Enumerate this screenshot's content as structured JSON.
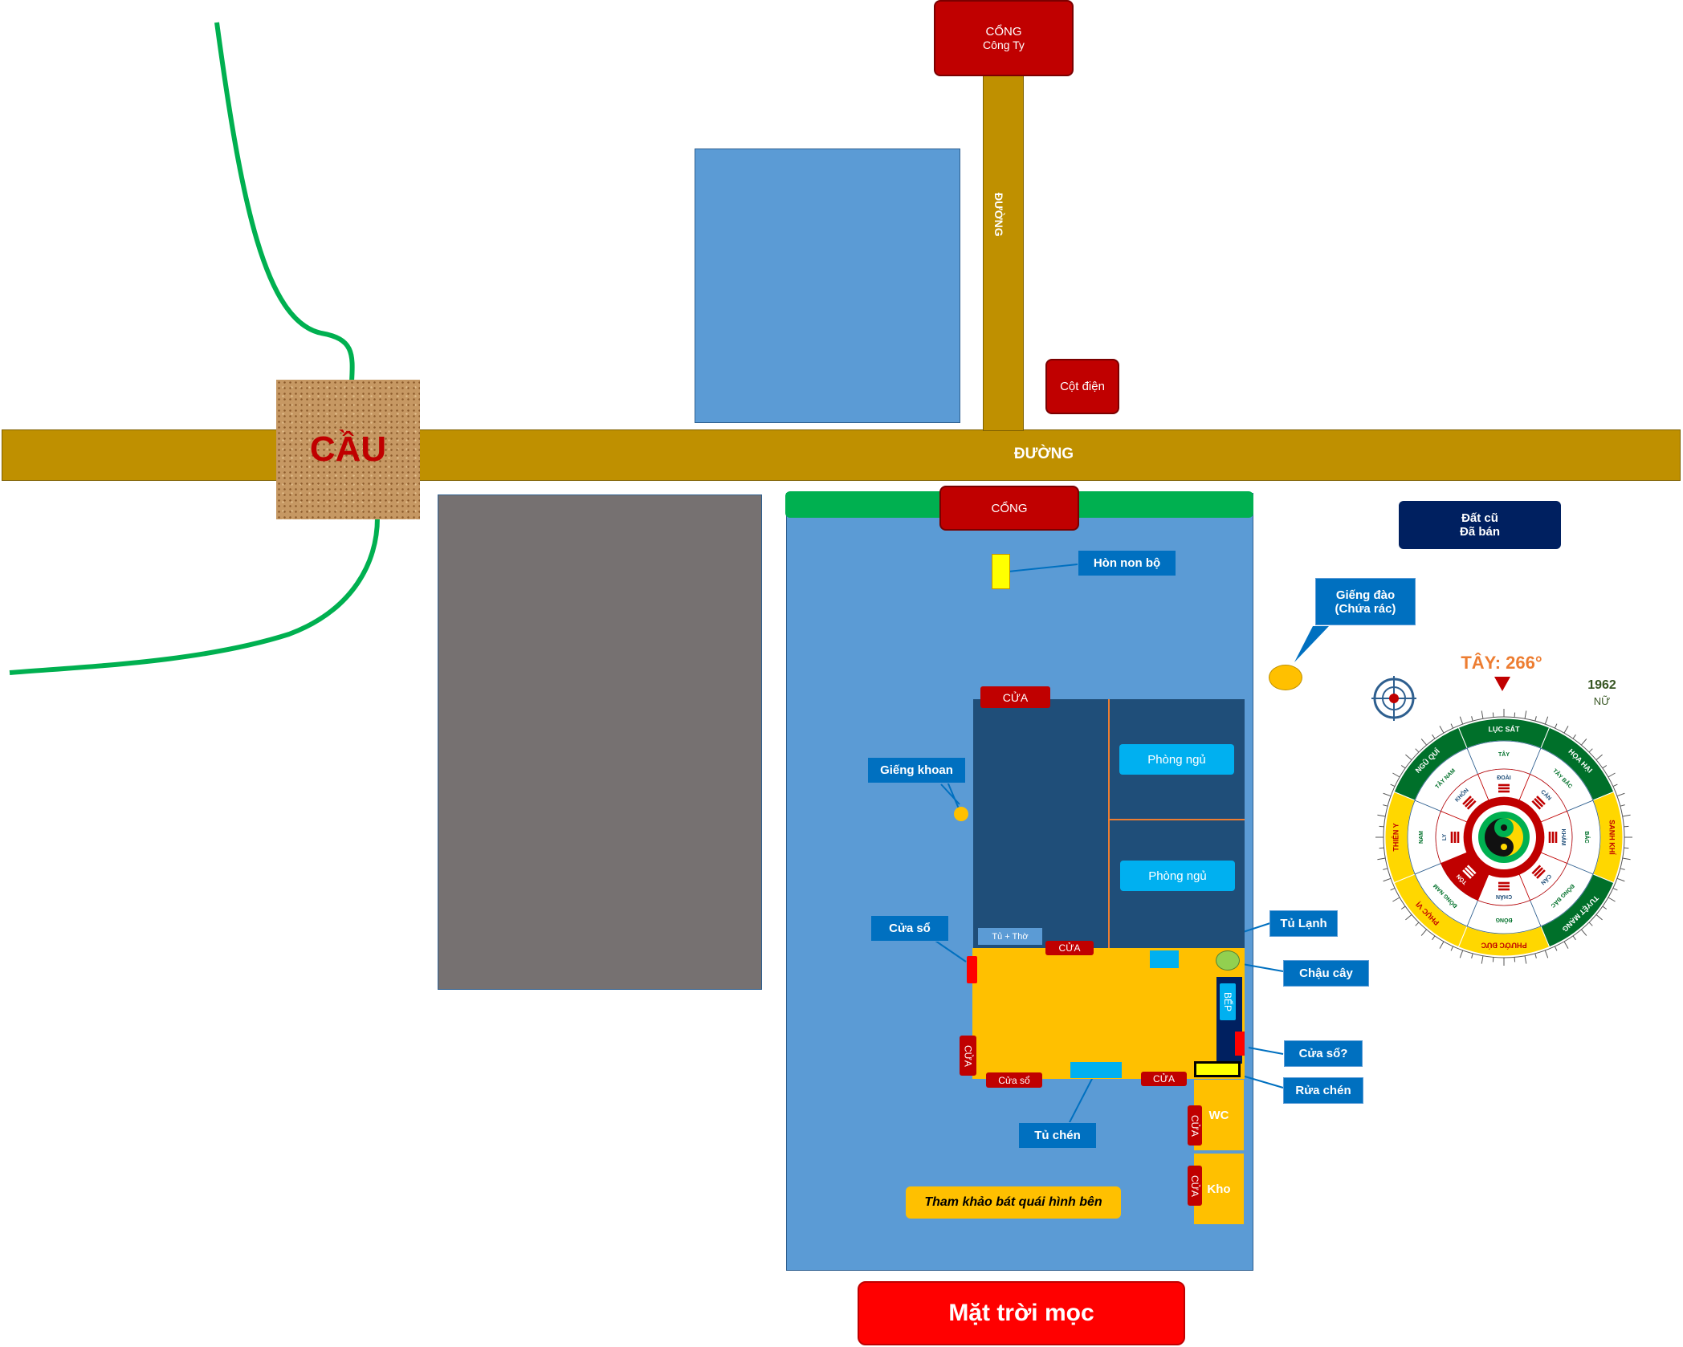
{
  "map": {
    "company_gate": "CỔNG",
    "company_name": "Công Ty",
    "side_road": "ĐƯỜNG",
    "main_road": "ĐƯỜNG",
    "bridge": "CẦU",
    "power_pole": "Cột điện",
    "gate": "CỔNG",
    "old_land_line1": "Đất cũ",
    "old_land_line2": "Đã bán",
    "dug_well_line1": "Giếng đào",
    "dug_well_line2": "(Chứa rác)",
    "rock_garden": "Hòn non bộ",
    "house_door": "CỬA",
    "bedroom_1": "Phòng ngủ",
    "bedroom_2": "Phòng ngủ",
    "drilled_well": "Giếng khoan",
    "window_left": "Cửa sổ",
    "altar_cabinet": "Tủ + Thờ",
    "kitchen_door": "CỬA",
    "fridge": "Tủ Lạnh",
    "plant_pot": "Chậu cây",
    "stove": "BẾP",
    "window_right": "Cửa sổ?",
    "dish_washing": "Rửa chén",
    "side_door": "CỬA",
    "window_bottom": "Cửa sổ",
    "rear_door": "CỬA",
    "dish_cabinet": "Tủ chén",
    "wc": "WC",
    "wc_door": "CỬA",
    "storage": "Kho",
    "storage_door": "CỬA",
    "reference_note": "Tham khảo bát quái hình bên",
    "sunrise": "Mặt trời mọc"
  },
  "compass": {
    "direction": "TÂY: 266°",
    "birth_year": "1962",
    "gender": "NỮ",
    "outer_stars": [
      "LỤC SÁT",
      "HỌA HẠI",
      "SANH KHÍ",
      "TUYỆT MẠNG",
      "PHƯỚC ĐỨC",
      "PHỤC VỊ",
      "THIÊN Y",
      "NGŨ QUỈ"
    ],
    "directions": [
      "TÂY",
      "TÂY BẮC",
      "BẮC",
      "ĐÔNG BẮC",
      "ĐÔNG",
      "ĐÔNG NAM",
      "NAM",
      "TÂY NAM"
    ],
    "trigrams": [
      "ĐOÀI",
      "CÀN",
      "KHẢM",
      "CẤN",
      "CHẤN",
      "TỐN",
      "LY",
      "KHÔN"
    ]
  },
  "colors": {
    "road": "#bf9000",
    "plot": "#5b9bd5",
    "house": "#1f4e79",
    "kitchen": "#ffc000",
    "gate": "#c00000",
    "callout": "#0070c0",
    "river": "#00b050",
    "sunrise": "#ff0000"
  }
}
